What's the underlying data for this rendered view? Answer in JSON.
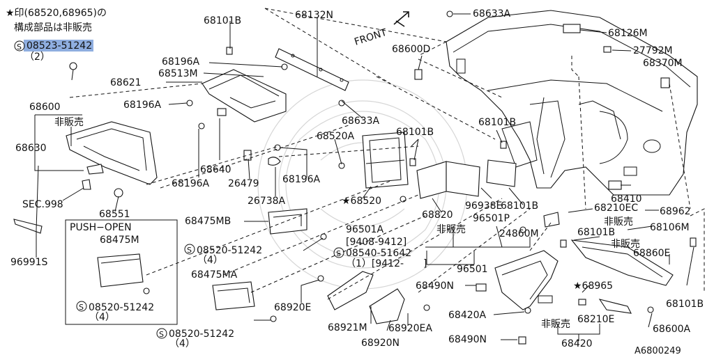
{
  "note": {
    "line1": "★印(68520,68965)の",
    "line2": "構成部品は非販売"
  },
  "highlight_part": "08523-51242",
  "labels": {
    "p68101B_1": "68101B",
    "p68132N": "68132N",
    "front": "FRONT",
    "p68633A_top": "68633A",
    "p68126M": "68126M",
    "p27792M": "27792M",
    "p68370M": "68370M",
    "qty2": "（2）",
    "p68196A_1": "68196A",
    "p68513M": "68513M",
    "p68621": "68621",
    "p68196A_2": "68196A",
    "p68600D": "68600D",
    "p68600": "68600",
    "hihanbai1": "非販売",
    "p68630": "68630",
    "p68633A_mid": "68633A",
    "p68101B_2": "68101B",
    "p68520A": "68520A",
    "p68101B_3": "68101B",
    "p68640": "68640",
    "p68196A_3": "68196A",
    "p26479": "26479",
    "p68196A_4": "68196A",
    "sec998": "SEC.998",
    "p26738A": "26738A",
    "p68520star": "★68520",
    "p68410": "68410",
    "p68551": "68551",
    "p68475MB": "68475MB",
    "p68820": "68820",
    "p96938E": "96938E",
    "p68101B_4": "68101B",
    "p68210EC": "68210EC",
    "p68962": "68962",
    "push_open": "PUSH−OPEN",
    "p68475M": "68475M",
    "p96991S": "96991S",
    "hihanbai2": "非販売",
    "p96501A": "96501A",
    "p96501P": "96501P",
    "hihanbai3": "非販売",
    "p68106M": "68106M",
    "p68101B_5": "68101B",
    "hihanbai4": "非販売",
    "bolt1": "08520-51242",
    "qty4_a": "（4）",
    "range1": "[9408-9412]",
    "p24860M": "24860M",
    "p68860E": "68860E",
    "bolt2": "08540-51642",
    "range2": "（1）[9412-　　]",
    "p68475MA": "68475MA",
    "p96501": "96501",
    "p68490N_1": "68490N",
    "p68965": "★68965",
    "p68101B_6": "68101B",
    "bolt3": "08520-51242",
    "qty4_b": "（4）",
    "p68920E": "68920E",
    "p68420A": "68420A",
    "hihanbai5": "非販売",
    "p68210E": "68210E",
    "p68921M": "68921M",
    "p68920EA": "68920EA",
    "p68600A": "68600A",
    "bolt4": "08520-51242",
    "qty4_c": "（4）",
    "p68490N_2": "68490N",
    "p68420": "68420",
    "p68920N": "68920N",
    "figure_code": "A6800249"
  }
}
